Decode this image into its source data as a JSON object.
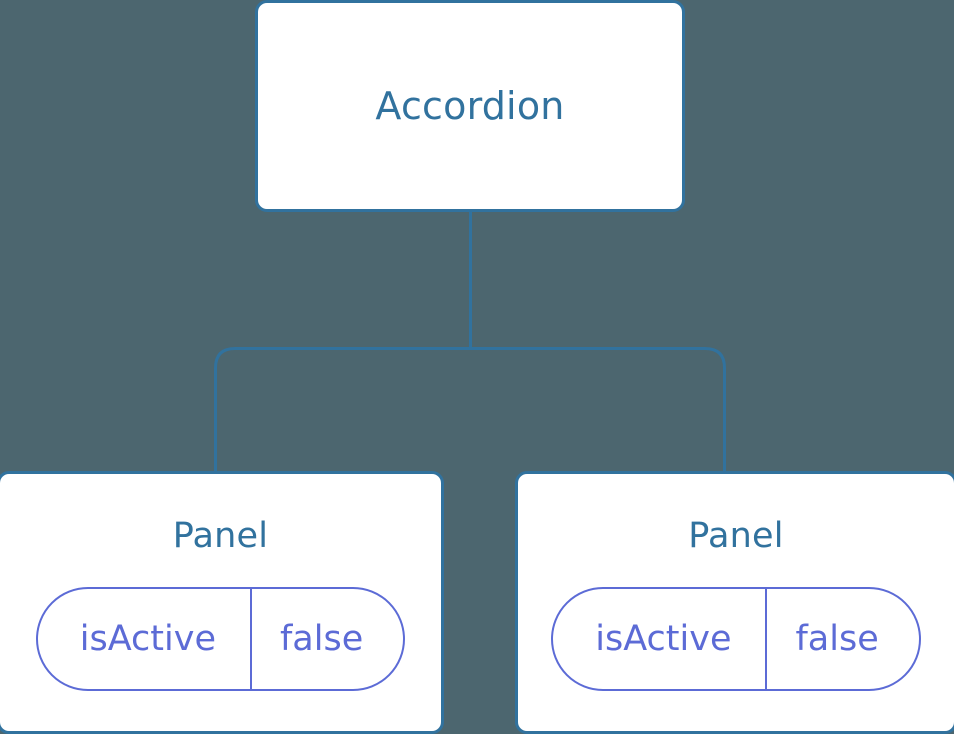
{
  "diagram": {
    "type": "component-tree",
    "background_color": "#4c666f",
    "node_border_color": "#31729e",
    "node_fill_color": "#ffffff",
    "node_title_color": "#31729e",
    "prop_color": "#5c6bd6",
    "connector_color": "#31729e",
    "root": {
      "title": "Accordion"
    },
    "children": [
      {
        "title": "Panel",
        "prop": {
          "key": "isActive",
          "value": "false"
        }
      },
      {
        "title": "Panel",
        "prop": {
          "key": "isActive",
          "value": "false"
        }
      }
    ]
  }
}
